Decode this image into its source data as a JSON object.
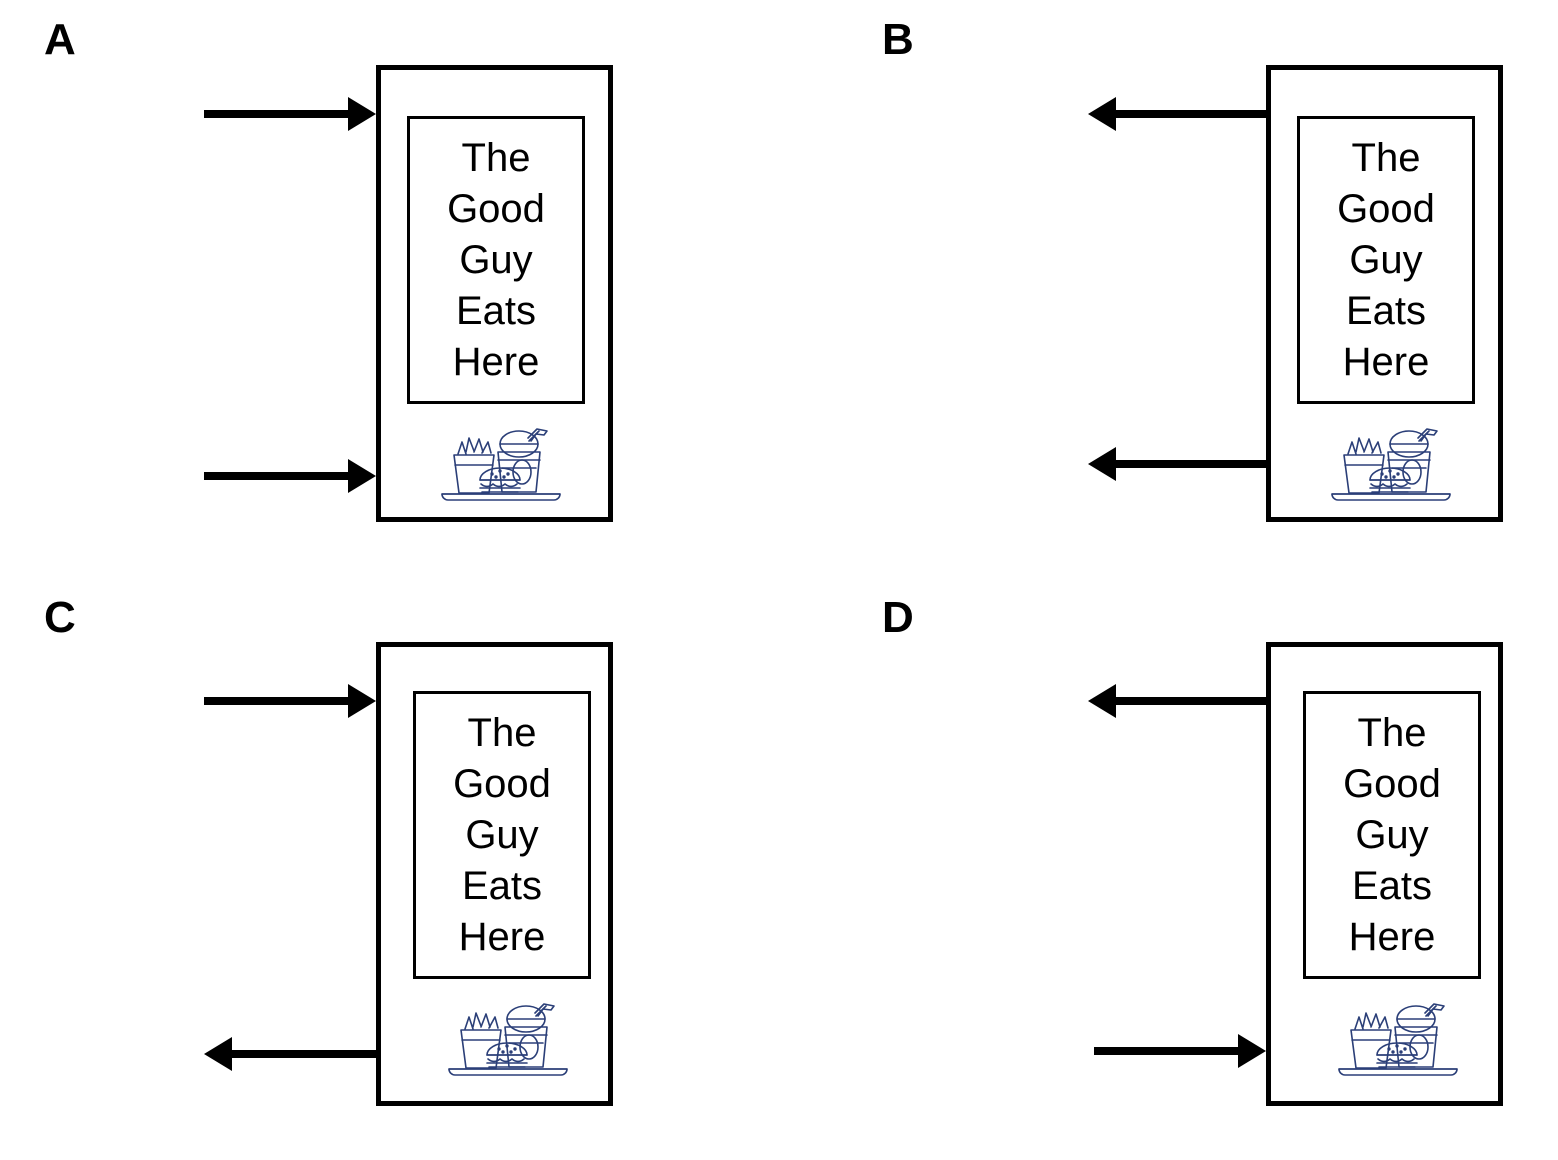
{
  "figure": {
    "background_color": "#ffffff",
    "stroke_color": "#000000",
    "icon_color": "#2b3f78"
  },
  "sign": {
    "lines": [
      "The",
      "Good",
      "Guy",
      "Eats",
      "Here"
    ],
    "full_text": "The Good Guy Eats Here",
    "icon_name": "fast-food-tray-icon",
    "icon_description": "fries, burger and soft drink with straw on a tray"
  },
  "panels": [
    {
      "id": "A",
      "label": "A",
      "arrows": [
        {
          "name": "top-arrow",
          "direction": "right",
          "meaning": "into-billboard"
        },
        {
          "name": "bottom-arrow",
          "direction": "right",
          "meaning": "into-billboard"
        }
      ]
    },
    {
      "id": "B",
      "label": "B",
      "arrows": [
        {
          "name": "top-arrow",
          "direction": "left",
          "meaning": "out-of-billboard"
        },
        {
          "name": "bottom-arrow",
          "direction": "left",
          "meaning": "out-of-billboard"
        }
      ]
    },
    {
      "id": "C",
      "label": "C",
      "arrows": [
        {
          "name": "top-arrow",
          "direction": "right",
          "meaning": "into-billboard"
        },
        {
          "name": "bottom-arrow",
          "direction": "left",
          "meaning": "out-of-billboard"
        }
      ]
    },
    {
      "id": "D",
      "label": "D",
      "arrows": [
        {
          "name": "top-arrow",
          "direction": "left",
          "meaning": "out-of-billboard"
        },
        {
          "name": "bottom-arrow",
          "direction": "right",
          "meaning": "into-billboard"
        }
      ]
    }
  ]
}
